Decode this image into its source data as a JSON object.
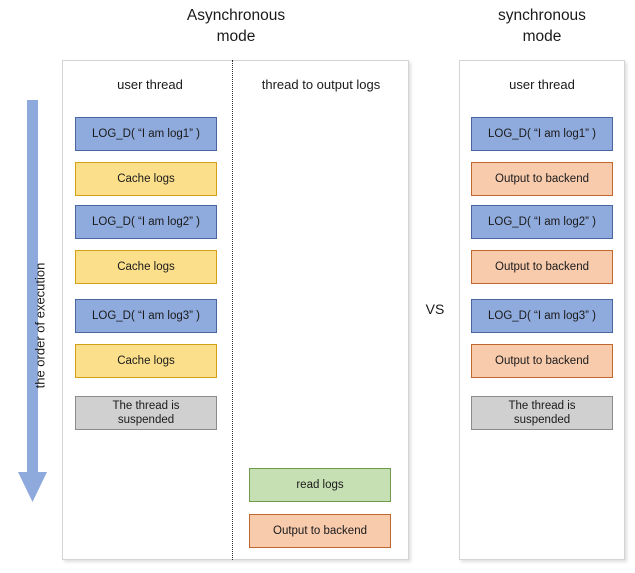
{
  "titles": {
    "async": "Asynchronous\nmode",
    "sync": "synchronous\nmode",
    "vs": "VS"
  },
  "order_arrow": {
    "label": "the order of execution",
    "direction": "down",
    "color": "#8EA9DB"
  },
  "async_panel": {
    "columns": [
      {
        "name": "user-thread",
        "label": "user thread",
        "blocks": [
          {
            "label": "LOG_D( “I am log1” )",
            "color": "#8FAADC",
            "kind": "log-call"
          },
          {
            "label": "Cache logs",
            "color": "#FBDF8B",
            "kind": "cache"
          },
          {
            "label": "LOG_D( “I am log2” )",
            "color": "#8FAADC",
            "kind": "log-call"
          },
          {
            "label": "Cache logs",
            "color": "#FBDF8B",
            "kind": "cache"
          },
          {
            "label": "LOG_D( “I am log3” )",
            "color": "#8FAADC",
            "kind": "log-call"
          },
          {
            "label": "Cache logs",
            "color": "#FBDF8B",
            "kind": "cache"
          },
          {
            "label": "The thread is\nsuspended",
            "color": "#D0D0D0",
            "kind": "suspended"
          }
        ]
      },
      {
        "name": "logging-thread",
        "label": "thread to output logs",
        "blocks": [
          {
            "label": "read logs",
            "color": "#C6E0B4",
            "kind": "read"
          },
          {
            "label": "Output to backend",
            "color": "#F8CBAD",
            "kind": "output"
          }
        ]
      }
    ]
  },
  "sync_panel": {
    "columns": [
      {
        "name": "user-thread",
        "label": "user thread",
        "blocks": [
          {
            "label": "LOG_D( “I am log1” )",
            "color": "#8FAADC",
            "kind": "log-call"
          },
          {
            "label": "Output to backend",
            "color": "#F8CBAD",
            "kind": "output"
          },
          {
            "label": "LOG_D( “I am log2” )",
            "color": "#8FAADC",
            "kind": "log-call"
          },
          {
            "label": "Output to backend",
            "color": "#F8CBAD",
            "kind": "output"
          },
          {
            "label": "LOG_D( “I am log3” )",
            "color": "#8FAADC",
            "kind": "log-call"
          },
          {
            "label": "Output to backend",
            "color": "#F8CBAD",
            "kind": "output"
          },
          {
            "label": "The thread is\nsuspended",
            "color": "#D0D0D0",
            "kind": "suspended"
          }
        ]
      }
    ]
  }
}
